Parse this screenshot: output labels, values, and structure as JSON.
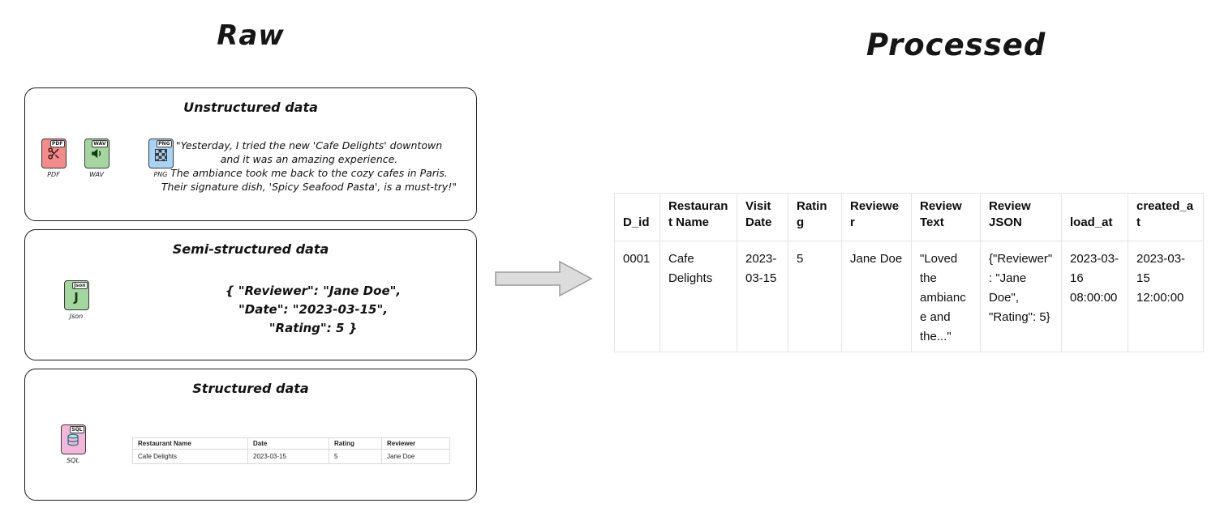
{
  "titles": {
    "raw": "Raw",
    "processed": "Processed"
  },
  "colors": {
    "pdf_icon": "#f28b8b",
    "wav_icon": "#a5d6a0",
    "png_icon": "#a9d3f5",
    "json_icon": "#a5d6a0",
    "sql_icon": "#f2b7da",
    "arrow_fill": "#dcdcdc",
    "box_border": "#1a1a1a",
    "table_border": "#e4e4e4"
  },
  "unstructured": {
    "title": "Unstructured data",
    "icons": [
      {
        "tab": "PDF",
        "label": "PDF"
      },
      {
        "tab": "WAV",
        "label": "WAV"
      },
      {
        "tab": "PNG",
        "label": "PNG"
      }
    ],
    "quote_lines": [
      "\"Yesterday, I tried the new 'Cafe Delights' downtown",
      "and it was an amazing experience.",
      "The ambiance took me back to the cozy cafes in Paris.",
      "Their signature dish, 'Spicy Seafood Pasta', is a must-try!\""
    ]
  },
  "semi_structured": {
    "title": "Semi-structured data",
    "icon": {
      "tab": "Json",
      "glyph": "J",
      "label": "Json"
    },
    "json_lines": [
      "{  \"Reviewer\": \"Jane Doe\",",
      "\"Date\": \"2023-03-15\",",
      "\"Rating\": 5   }"
    ]
  },
  "structured": {
    "title": "Structured data",
    "icon": {
      "tab": "SQL",
      "label": "SQL"
    },
    "table": {
      "headers": [
        "Restaurant Name",
        "Date",
        "Rating",
        "Reviewer"
      ],
      "row": [
        "Cafe Delights",
        "2023-03-15",
        "5",
        "Jane Doe"
      ]
    }
  },
  "processed_table": {
    "headers": [
      "D_id",
      "Restaurant Name",
      "Visit Date",
      "Rating",
      "Reviewer",
      "Review Text",
      "Review JSON",
      "load_at",
      "created_at"
    ],
    "row": [
      "0001",
      "Cafe Delights",
      "2023-03-15",
      "5",
      "Jane Doe",
      "\"Loved the ambiance and the...\"",
      "{\"Reviewer\": \"Jane Doe\", \"Rating\": 5}",
      "2023-03-16 08:00:00",
      "2023-03-15 12:00:00"
    ]
  }
}
